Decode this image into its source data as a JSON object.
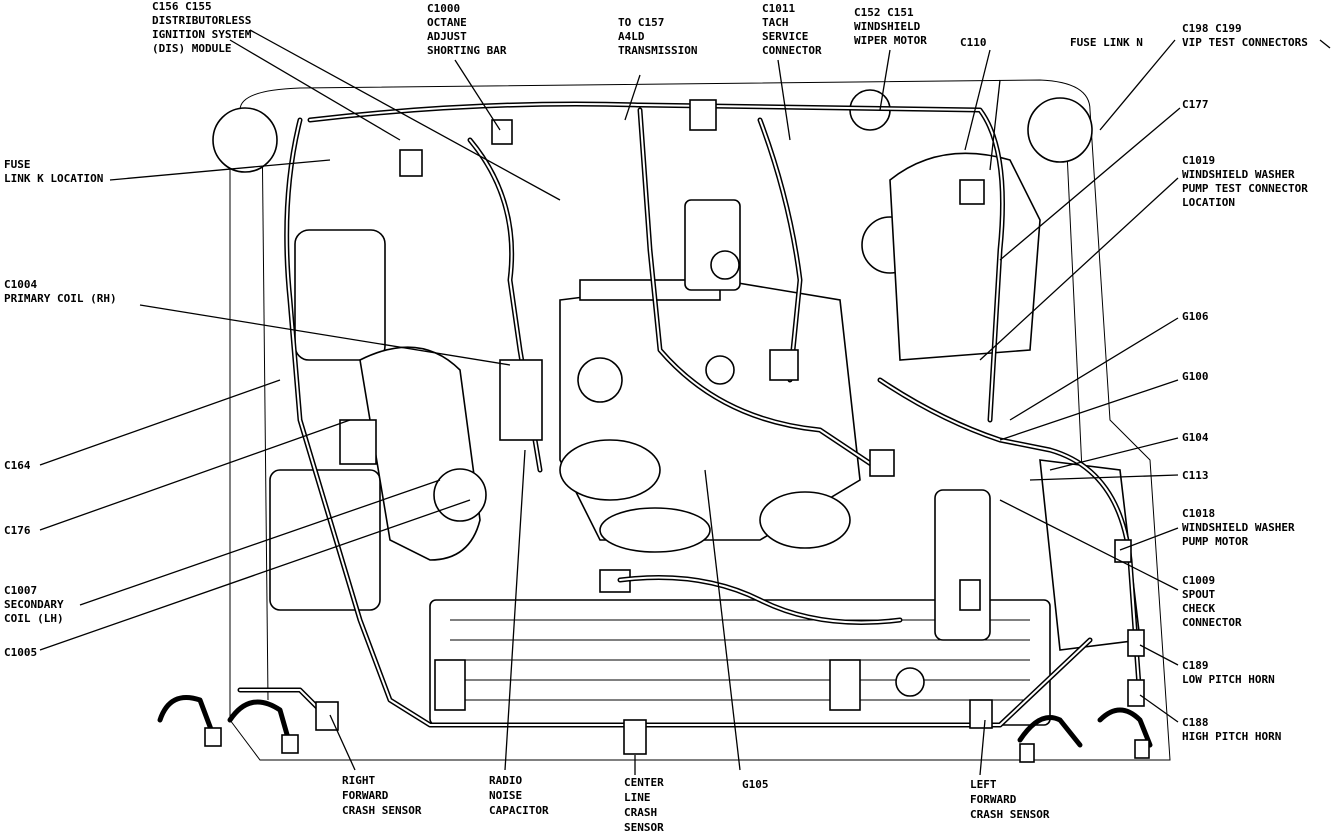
{
  "labels": {
    "c156_c155": [
      "C156 C155",
      "DISTRIBUTORLESS",
      "IGNITION SYSTEM",
      "(DIS) MODULE"
    ],
    "c1000": [
      "C1000",
      "OCTANE",
      "ADJUST",
      "SHORTING BAR"
    ],
    "c157": [
      "TO C157",
      "A4LD",
      "TRANSMISSION"
    ],
    "c1011": [
      "C1011",
      "TACH",
      "SERVICE",
      "CONNECTOR"
    ],
    "c152_c151": [
      "C152 C151",
      "WINDSHIELD",
      "WIPER MOTOR"
    ],
    "c110": [
      "C110"
    ],
    "fuse_link_n": [
      "FUSE LINK N"
    ],
    "c198_c199": [
      "C198 C199",
      "VIP TEST CONNECTORS"
    ],
    "c177": [
      "C177"
    ],
    "c1019": [
      "C1019",
      "WINDSHIELD WASHER",
      "PUMP TEST CONNECTOR",
      "LOCATION"
    ],
    "fuse_link_k": [
      "FUSE",
      "LINK K LOCATION"
    ],
    "c1004": [
      "C1004",
      "PRIMARY COIL (RH)"
    ],
    "g106": [
      "G106"
    ],
    "g100": [
      "G100"
    ],
    "g104": [
      "G104"
    ],
    "c113": [
      "C113"
    ],
    "c164": [
      "C164"
    ],
    "c1018": [
      "C1018",
      "WINDSHIELD WASHER",
      "PUMP MOTOR"
    ],
    "c176": [
      "C176"
    ],
    "c1009": [
      "C1009",
      "SPOUT",
      "CHECK",
      "CONNECTOR"
    ],
    "c1007": [
      "C1007",
      "SECONDARY",
      "COIL (LH)"
    ],
    "c1005": [
      "C1005"
    ],
    "c189": [
      "C189",
      "LOW PITCH HORN"
    ],
    "c188": [
      "C188",
      "HIGH PITCH HORN"
    ],
    "right_crash": [
      "RIGHT",
      "FORWARD",
      "CRASH SENSOR"
    ],
    "radio_noise": [
      "RADIO",
      "NOISE",
      "CAPACITOR"
    ],
    "center_crash": [
      "CENTER",
      "LINE",
      "CRASH",
      "SENSOR"
    ],
    "g105": [
      "G105"
    ],
    "left_crash": [
      "LEFT",
      "FORWARD",
      "CRASH SENSOR"
    ]
  }
}
